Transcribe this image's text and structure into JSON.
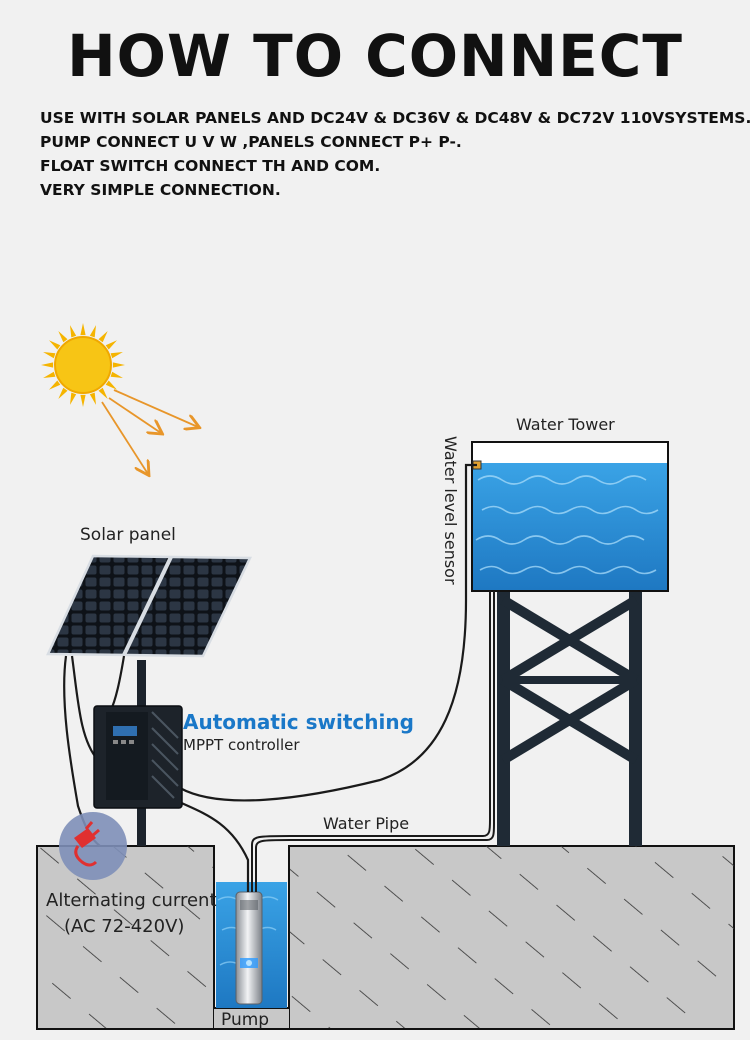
{
  "title": "HOW TO CONNECT",
  "instructions": [
    "USE WITH SOLAR PANELS AND DC24V & DC36V & DC48V & DC72V 110VSYSTEMS.",
    "PUMP CONNECT U V W ,PANELS CONNECT P+ P-.",
    "FLOAT SWITCH CONNECT TH AND COM.",
    "VERY SIMPLE CONNECTION."
  ],
  "labels": {
    "solar_panel": "Solar panel",
    "water_tower": "Water Tower",
    "water_level_sensor": "Water  level sensor",
    "controller_title": "Automatic switching",
    "controller_subtitle": "MPPT controller",
    "water_pipe": "Water Pipe",
    "ac_line1": "Alternating current",
    "ac_line2": "(AC 72-420V)",
    "pump": "Pump"
  },
  "colors": {
    "accent_blue": "#1a78c8",
    "water": "#2a8fd6",
    "sun": "#f5b400",
    "ray": "#e8962a",
    "ground": "#c8c8c8",
    "tower_frame": "#1f2a35"
  },
  "icons": [
    "sun-icon",
    "plug-icon"
  ]
}
